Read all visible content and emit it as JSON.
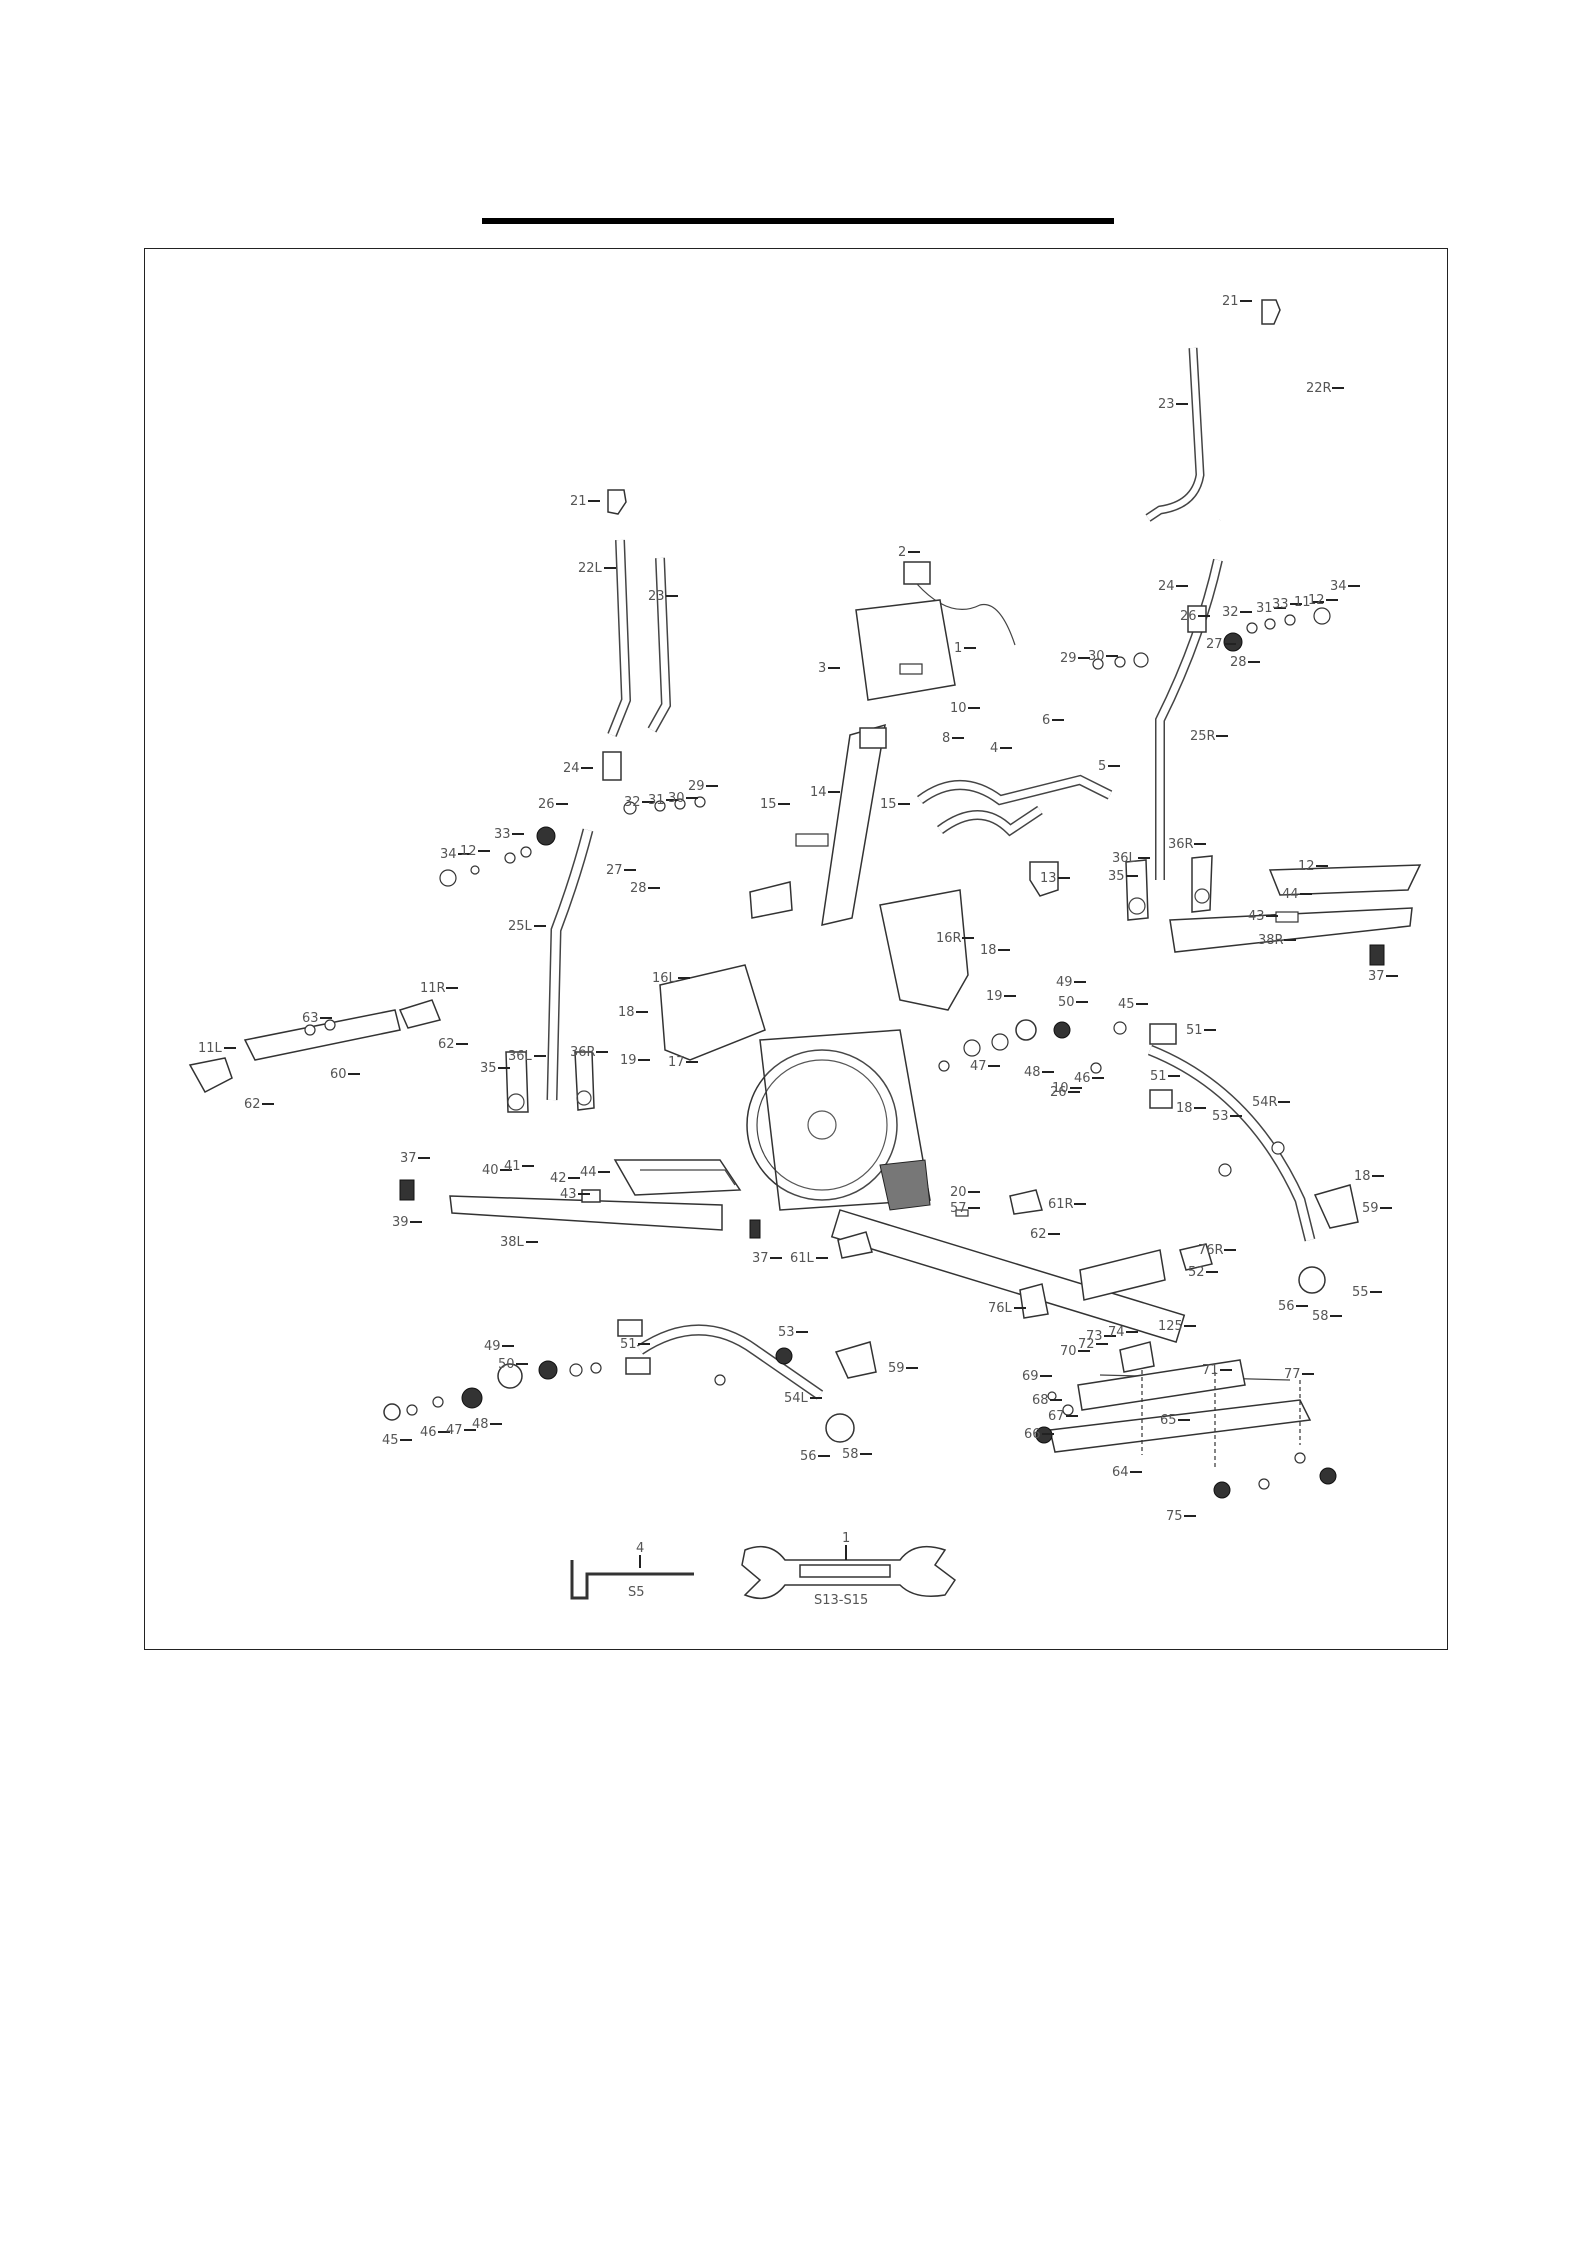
{
  "diagram": {
    "callouts": [
      {
        "id": "c1",
        "text": "21"
      },
      {
        "id": "c2",
        "text": "22R"
      },
      {
        "id": "c3",
        "text": "23"
      },
      {
        "id": "c4",
        "text": "24"
      },
      {
        "id": "c5",
        "text": "26"
      },
      {
        "id": "c6",
        "text": "32"
      },
      {
        "id": "c7",
        "text": "31"
      },
      {
        "id": "c8",
        "text": "33"
      },
      {
        "id": "c9",
        "text": "11"
      },
      {
        "id": "c10",
        "text": "12"
      },
      {
        "id": "c11",
        "text": "34"
      },
      {
        "id": "c12",
        "text": "27"
      },
      {
        "id": "c13",
        "text": "28"
      },
      {
        "id": "c14",
        "text": "25R"
      },
      {
        "id": "c15",
        "text": "29"
      },
      {
        "id": "c16",
        "text": "30"
      },
      {
        "id": "c17",
        "text": "36L"
      },
      {
        "id": "c18",
        "text": "36R"
      },
      {
        "id": "c19",
        "text": "35"
      },
      {
        "id": "c20",
        "text": "12"
      },
      {
        "id": "c21",
        "text": "44"
      },
      {
        "id": "c22",
        "text": "43"
      },
      {
        "id": "c23",
        "text": "38R"
      },
      {
        "id": "c24",
        "text": "37"
      },
      {
        "id": "c25",
        "text": "21"
      },
      {
        "id": "c26",
        "text": "22L"
      },
      {
        "id": "c27",
        "text": "23"
      },
      {
        "id": "c28",
        "text": "24"
      },
      {
        "id": "c29",
        "text": "26"
      },
      {
        "id": "c30",
        "text": "32"
      },
      {
        "id": "c31",
        "text": "31"
      },
      {
        "id": "c32",
        "text": "30"
      },
      {
        "id": "c33",
        "text": "29"
      },
      {
        "id": "c34",
        "text": "34"
      },
      {
        "id": "c35",
        "text": "12"
      },
      {
        "id": "c36",
        "text": "33"
      },
      {
        "id": "c37",
        "text": "27"
      },
      {
        "id": "c38",
        "text": "28"
      },
      {
        "id": "c39",
        "text": "25L"
      },
      {
        "id": "c40",
        "text": "2"
      },
      {
        "id": "c41",
        "text": "1"
      },
      {
        "id": "c42",
        "text": "3"
      },
      {
        "id": "c43",
        "text": "10"
      },
      {
        "id": "c44",
        "text": "8"
      },
      {
        "id": "c45",
        "text": "4"
      },
      {
        "id": "c46",
        "text": "5"
      },
      {
        "id": "c47",
        "text": "6"
      },
      {
        "id": "c48",
        "text": "14"
      },
      {
        "id": "c49",
        "text": "13"
      },
      {
        "id": "c50",
        "text": "15"
      },
      {
        "id": "c51",
        "text": "15"
      },
      {
        "id": "c52",
        "text": "16L"
      },
      {
        "id": "c53",
        "text": "16R"
      },
      {
        "id": "c54",
        "text": "18"
      },
      {
        "id": "c55",
        "text": "19"
      },
      {
        "id": "c56",
        "text": "17"
      },
      {
        "id": "c57",
        "text": "18"
      },
      {
        "id": "c58",
        "text": "19"
      },
      {
        "id": "c59",
        "text": "35"
      },
      {
        "id": "c60",
        "text": "36L"
      },
      {
        "id": "c61",
        "text": "36R"
      },
      {
        "id": "c62",
        "text": "63"
      },
      {
        "id": "c63",
        "text": "11R"
      },
      {
        "id": "c64",
        "text": "11L"
      },
      {
        "id": "c65",
        "text": "60"
      },
      {
        "id": "c66",
        "text": "62"
      },
      {
        "id": "c67",
        "text": "62"
      },
      {
        "id": "c68",
        "text": "20"
      },
      {
        "id": "c69",
        "text": "49"
      },
      {
        "id": "c70",
        "text": "50"
      },
      {
        "id": "c71",
        "text": "10"
      },
      {
        "id": "c72",
        "text": "48"
      },
      {
        "id": "c73",
        "text": "47"
      },
      {
        "id": "c74",
        "text": "46"
      },
      {
        "id": "c75",
        "text": "45"
      },
      {
        "id": "c76",
        "text": "51"
      },
      {
        "id": "c77",
        "text": "18"
      },
      {
        "id": "c78",
        "text": "26"
      },
      {
        "id": "c79",
        "text": "51"
      },
      {
        "id": "c80",
        "text": "54R"
      },
      {
        "id": "c81",
        "text": "18"
      },
      {
        "id": "c82",
        "text": "53"
      },
      {
        "id": "c83",
        "text": "59"
      },
      {
        "id": "c84",
        "text": "58"
      },
      {
        "id": "c85",
        "text": "55"
      },
      {
        "id": "c86",
        "text": "37"
      },
      {
        "id": "c87",
        "text": "40"
      },
      {
        "id": "c88",
        "text": "41"
      },
      {
        "id": "c89",
        "text": "42"
      },
      {
        "id": "c90",
        "text": "44"
      },
      {
        "id": "c91",
        "text": "43"
      },
      {
        "id": "c92",
        "text": "38L"
      },
      {
        "id": "c93",
        "text": "39"
      },
      {
        "id": "c94",
        "text": "37"
      },
      {
        "id": "c95",
        "text": "57"
      },
      {
        "id": "c96",
        "text": "61R"
      },
      {
        "id": "c97",
        "text": "61L"
      },
      {
        "id": "c98",
        "text": "62"
      },
      {
        "id": "c99",
        "text": "76L"
      },
      {
        "id": "c100",
        "text": "76R"
      },
      {
        "id": "c101",
        "text": "52"
      },
      {
        "id": "c102",
        "text": "56"
      },
      {
        "id": "c103",
        "text": "49"
      },
      {
        "id": "c104",
        "text": "51"
      },
      {
        "id": "c105",
        "text": "54L"
      },
      {
        "id": "c106",
        "text": "53"
      },
      {
        "id": "c107",
        "text": "59"
      },
      {
        "id": "c108",
        "text": "58"
      },
      {
        "id": "c109",
        "text": "56"
      },
      {
        "id": "c110",
        "text": "64"
      },
      {
        "id": "c111",
        "text": "65"
      },
      {
        "id": "c112",
        "text": "66"
      },
      {
        "id": "c113",
        "text": "67"
      },
      {
        "id": "c114",
        "text": "68"
      },
      {
        "id": "c115",
        "text": "69"
      },
      {
        "id": "c116",
        "text": "71"
      },
      {
        "id": "c117",
        "text": "72"
      },
      {
        "id": "c118",
        "text": "73"
      },
      {
        "id": "c119",
        "text": "74"
      },
      {
        "id": "c120",
        "text": "75"
      },
      {
        "id": "c121",
        "text": "77"
      },
      {
        "id": "c122",
        "text": "125"
      },
      {
        "id": "c123",
        "text": "70"
      },
      {
        "id": "c124",
        "text": "45"
      },
      {
        "id": "c125",
        "text": "46"
      },
      {
        "id": "c126",
        "text": "47"
      },
      {
        "id": "c127",
        "text": "48"
      },
      {
        "id": "c128",
        "text": "50"
      }
    ],
    "tools": {
      "hex_key": {
        "number": "4",
        "size": "S5"
      },
      "wrench": {
        "number": "1",
        "size": "S13-S15"
      }
    }
  }
}
